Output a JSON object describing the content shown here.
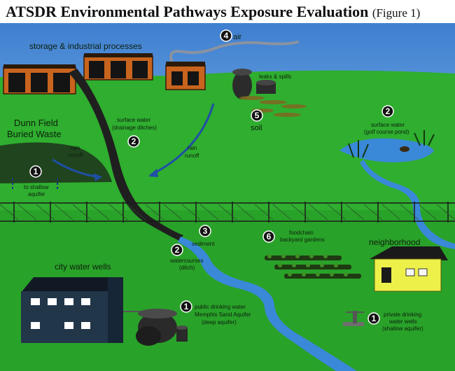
{
  "title": {
    "main": "ATSDR Environmental Pathways Exposure Evaluation",
    "figure": "(Figure 1)"
  },
  "labels": {
    "storage": "storage & industrial processes",
    "air": "air",
    "leaks": "leaks & spills",
    "soil": "soil",
    "dunn_line1": "Dunn Field",
    "dunn_line2": "Buried Waste",
    "surface_ditch_line1": "surface water",
    "surface_ditch_line2": "(drainage ditches)",
    "surface_pond_line1": "surface water",
    "surface_pond_line2": "(golf course pond)",
    "rain_left_line1": "rain",
    "rain_left_line2": "runoff",
    "rain_right_line1": "rain",
    "rain_right_line2": "runoff",
    "shallow_line1": "to shallow",
    "shallow_line2": "aquifer",
    "sediment": "sediment",
    "watercourses_line1": "watercourses",
    "watercourses_line2": "(ditch)",
    "foodchain_line1": "foodchain",
    "foodchain_line2": "backyard gardens",
    "neighborhood": "neighborhood",
    "city_wells": "city water wells",
    "public_line1": "public drinking water",
    "public_line2": "Memphis Sand Aquifer",
    "public_line3": "(deep aquifer)",
    "private_line1": "private drinking",
    "private_line2": "water wells",
    "private_line3": "(shallow aquifer)"
  },
  "badges": {
    "air": "4",
    "soil": "5",
    "ditch": "2",
    "pond": "2",
    "shallow": "1",
    "sediment": "3",
    "watercourse": "2",
    "foodchain": "6",
    "public": "1",
    "private": "1"
  },
  "colors": {
    "sky": "#3f7fd0",
    "grass": "#2fae2f",
    "grass_dark": "#248a24",
    "water": "#3a88d8",
    "building": "#c8641e",
    "house": "#eef04a",
    "city_building": "#213648",
    "badge": "#111111"
  }
}
